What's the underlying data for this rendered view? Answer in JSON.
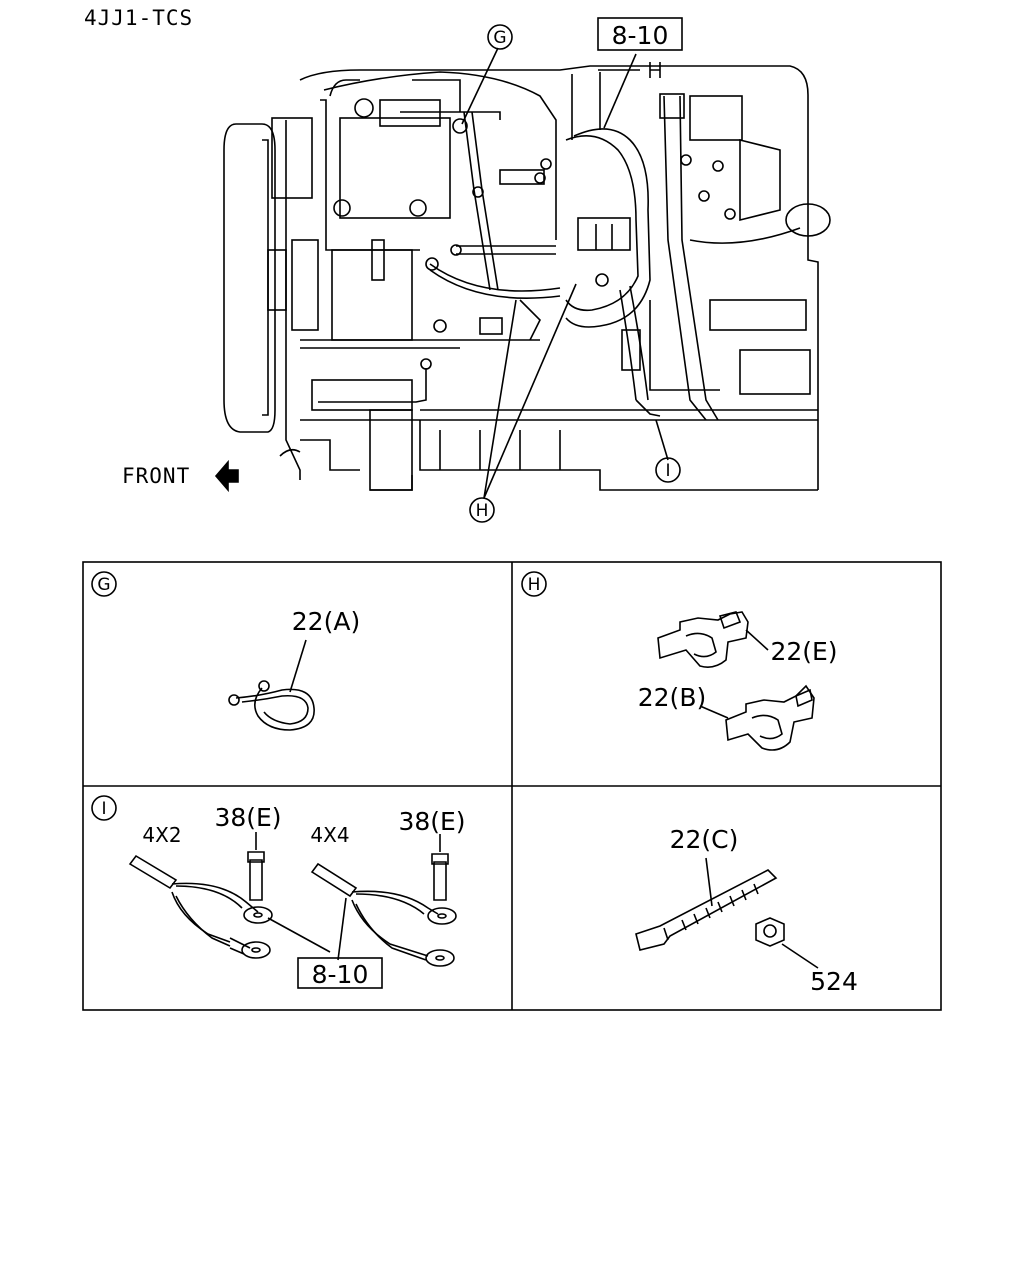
{
  "model_code": "4JJ1-TCS",
  "front_label": "FRONT",
  "engine_view": {
    "callouts": {
      "g": "G",
      "h": "H",
      "i": "I"
    },
    "ref_box": "8-10"
  },
  "panels": {
    "g": {
      "marker": "G",
      "parts": [
        "22(A)"
      ]
    },
    "h": {
      "marker": "H",
      "parts": [
        "22(E)",
        "22(B)"
      ]
    },
    "i": {
      "marker": "I",
      "variants": [
        "4X2",
        "4X4"
      ],
      "bolt_labels": [
        "38(E)",
        "38(E)"
      ],
      "ref_box": "8-10"
    },
    "misc": {
      "parts": [
        "22(C)",
        "524"
      ]
    }
  }
}
